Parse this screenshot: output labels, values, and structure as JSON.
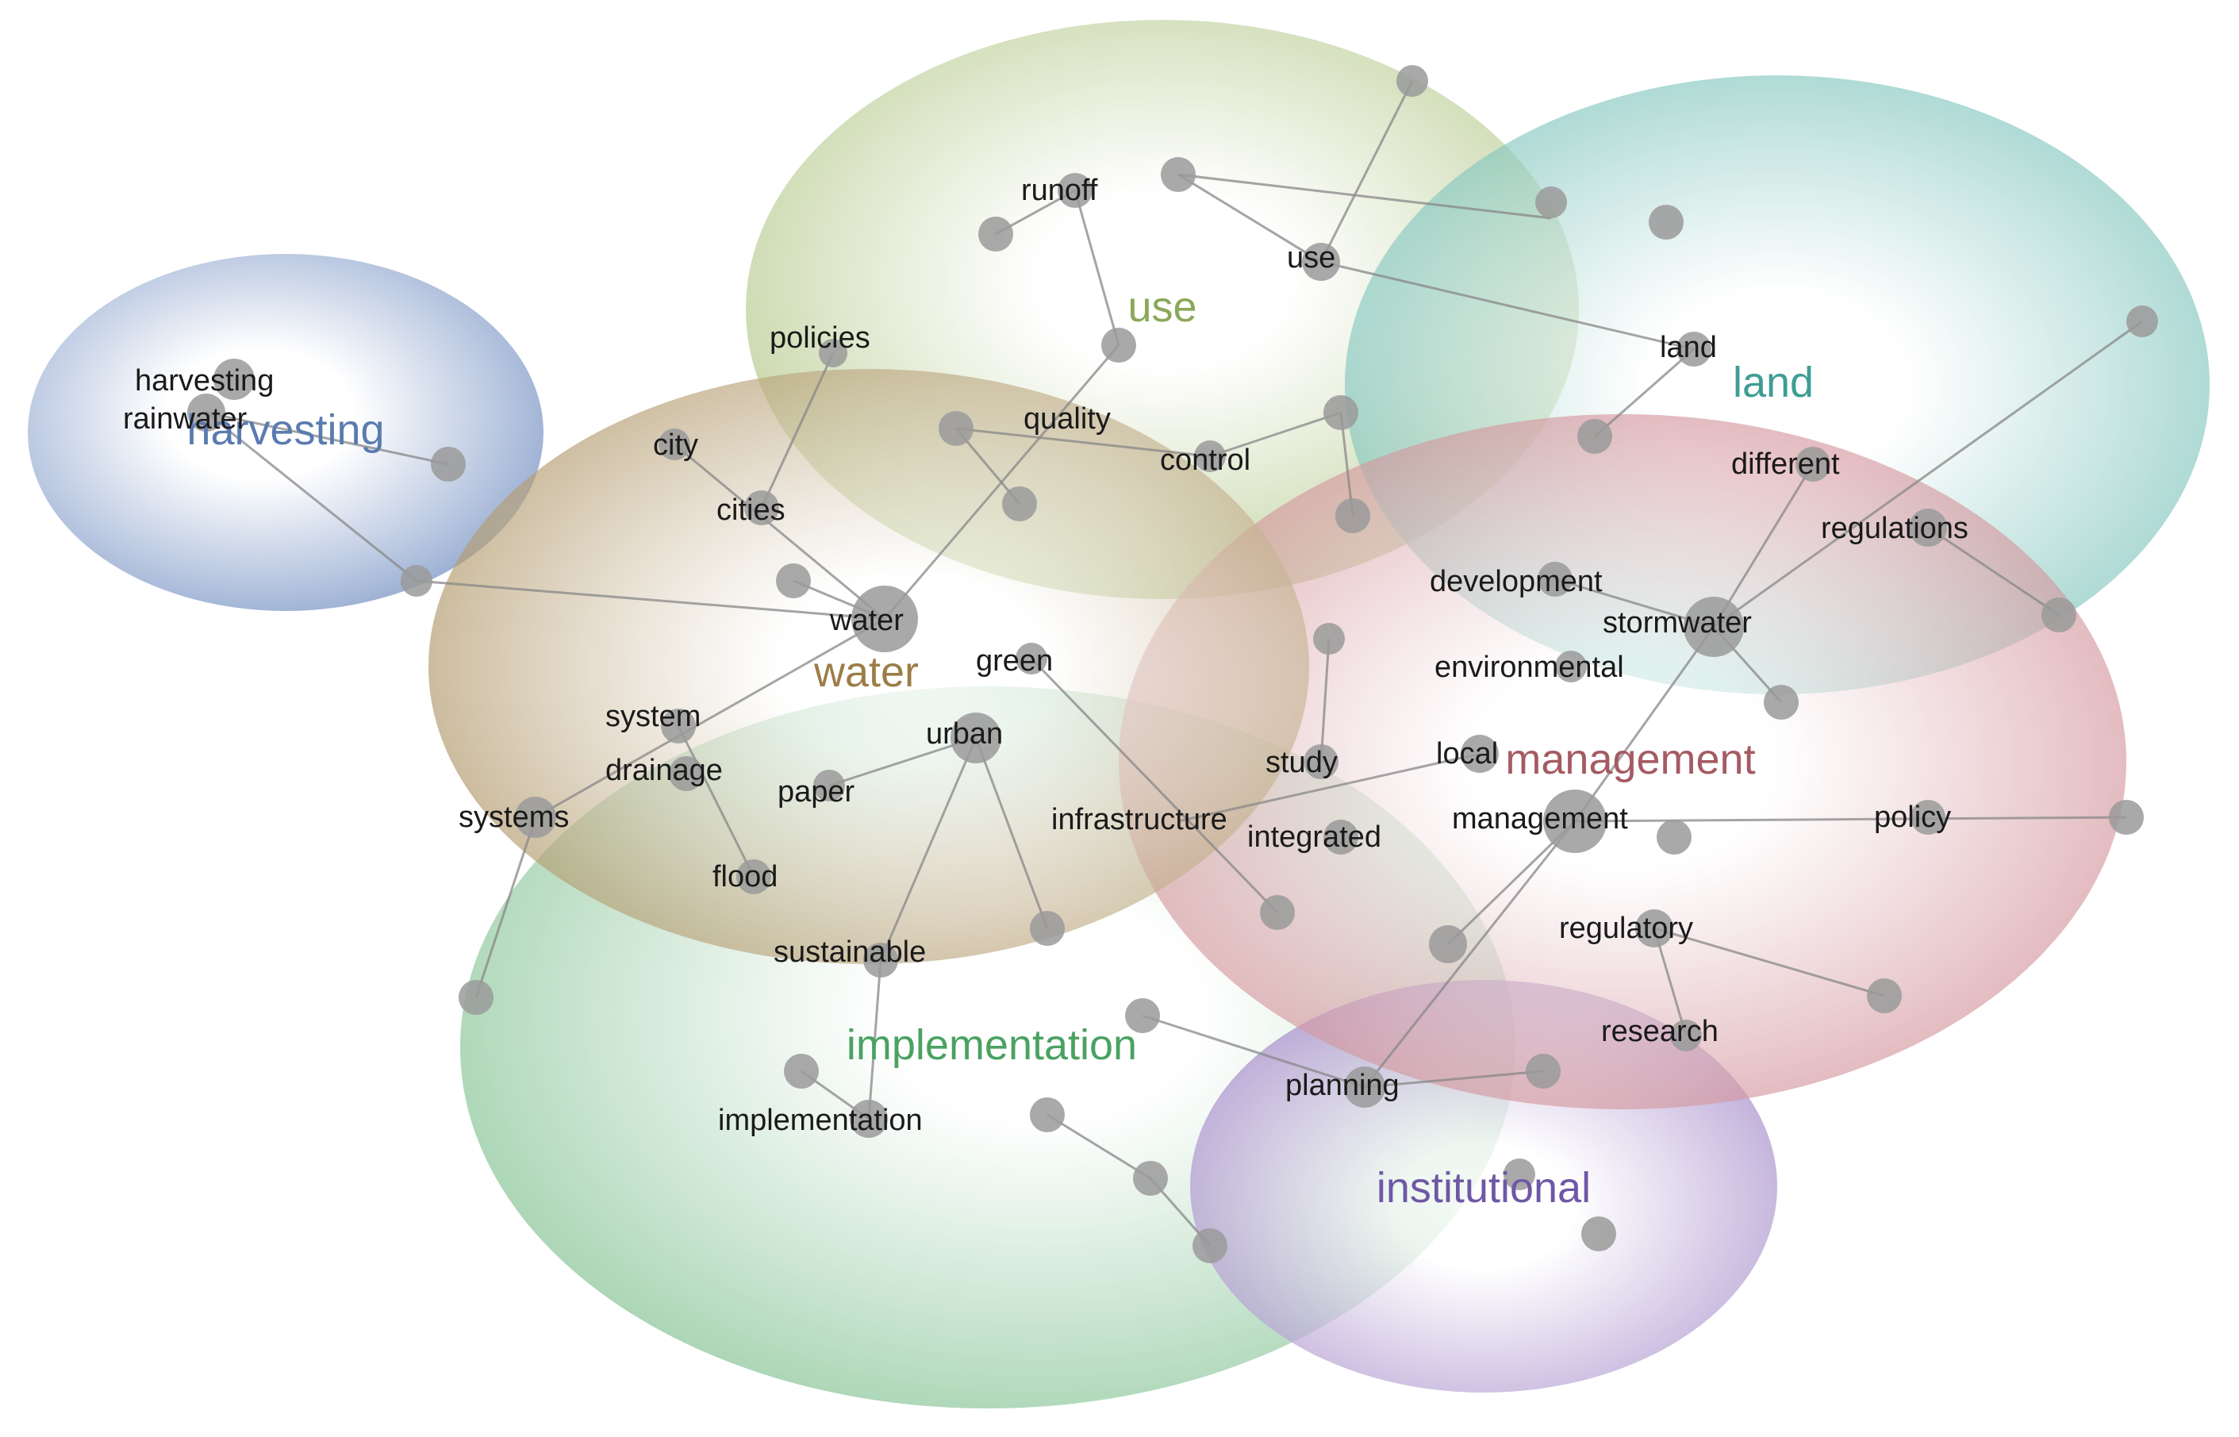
{
  "themes": [
    {
      "id": "harvesting",
      "label": "harvesting",
      "color": "#7d97c6",
      "text_color": "#5a7bb0"
    },
    {
      "id": "use",
      "label": "use",
      "color": "#a9c079",
      "text_color": "#8aa85a"
    },
    {
      "id": "land",
      "label": "land",
      "color": "#63b7ad",
      "text_color": "#3e9d94"
    },
    {
      "id": "water",
      "label": "water",
      "color": "#a98e5c",
      "text_color": "#9c7d48"
    },
    {
      "id": "management",
      "label": "management",
      "color": "#c87a82",
      "text_color": "#a55b63"
    },
    {
      "id": "implementation",
      "label": "implementation",
      "color": "#83c293",
      "text_color": "#4aa262"
    },
    {
      "id": "institutional",
      "label": "institutional",
      "color": "#9b7fc4",
      "text_color": "#6e58a5"
    }
  ],
  "terms": [
    {
      "id": "harvesting",
      "label": "harvesting"
    },
    {
      "id": "rainwater",
      "label": "rainwater"
    },
    {
      "id": "runoff",
      "label": "runoff"
    },
    {
      "id": "use",
      "label": "use"
    },
    {
      "id": "policies",
      "label": "policies"
    },
    {
      "id": "quality",
      "label": "quality"
    },
    {
      "id": "control",
      "label": "control"
    },
    {
      "id": "land",
      "label": "land"
    },
    {
      "id": "different",
      "label": "different"
    },
    {
      "id": "regulations",
      "label": "regulations"
    },
    {
      "id": "city",
      "label": "city"
    },
    {
      "id": "cities",
      "label": "cities"
    },
    {
      "id": "water",
      "label": "water"
    },
    {
      "id": "green",
      "label": "green"
    },
    {
      "id": "system",
      "label": "system"
    },
    {
      "id": "urban",
      "label": "urban"
    },
    {
      "id": "drainage",
      "label": "drainage"
    },
    {
      "id": "paper",
      "label": "paper"
    },
    {
      "id": "systems",
      "label": "systems"
    },
    {
      "id": "flood",
      "label": "flood"
    },
    {
      "id": "sustainable",
      "label": "sustainable"
    },
    {
      "id": "development",
      "label": "development"
    },
    {
      "id": "stormwater",
      "label": "stormwater"
    },
    {
      "id": "environmental",
      "label": "environmental"
    },
    {
      "id": "study",
      "label": "study"
    },
    {
      "id": "local",
      "label": "local"
    },
    {
      "id": "infrastructure",
      "label": "infrastructure"
    },
    {
      "id": "integrated",
      "label": "integrated"
    },
    {
      "id": "management",
      "label": "management"
    },
    {
      "id": "policy",
      "label": "policy"
    },
    {
      "id": "regulatory",
      "label": "regulatory"
    },
    {
      "id": "research",
      "label": "research"
    },
    {
      "id": "implementation",
      "label": "implementation"
    },
    {
      "id": "planning",
      "label": "planning"
    }
  ]
}
